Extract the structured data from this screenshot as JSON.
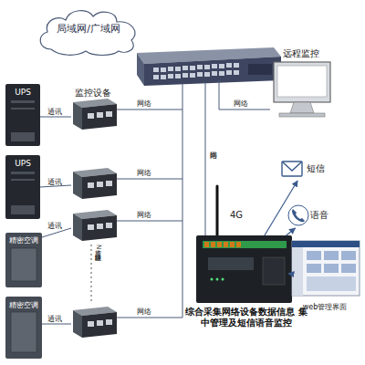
{
  "diagram": {
    "nodes": [
      {
        "text": [
          "局域网/广域网"
        ]
      },
      {
        "text": [
          "远程监控"
        ]
      },
      {
        "text": [
          "UPS"
        ]
      },
      {
        "text": [
          "UPS"
        ]
      },
      {
        "text": [
          "精密空调"
        ]
      },
      {
        "text": [
          "精密空调"
        ]
      },
      {
        "text": [
          "综合采集网络设备数据信息 集中管理及短信语音监控"
        ]
      },
      {
        "text": [
          "短信"
        ]
      },
      {
        "text": [
          "语音"
        ]
      },
      {
        "text": [
          "web管理界面"
        ]
      }
    ],
    "edges": [
      {
        "from": 6,
        "to": 7,
        "arrow": "to"
      },
      {
        "from": 6,
        "to": 8,
        "arrow": "to"
      },
      {
        "from": 6,
        "to": 9,
        "arrow": "to"
      }
    ],
    "labels": [
      "监控设备",
      "通讯",
      "通讯",
      "通讯",
      "通讯",
      "网络",
      "网络",
      "网络",
      "网络",
      "支持N路级联",
      "网络",
      "网络",
      "4G"
    ]
  }
}
